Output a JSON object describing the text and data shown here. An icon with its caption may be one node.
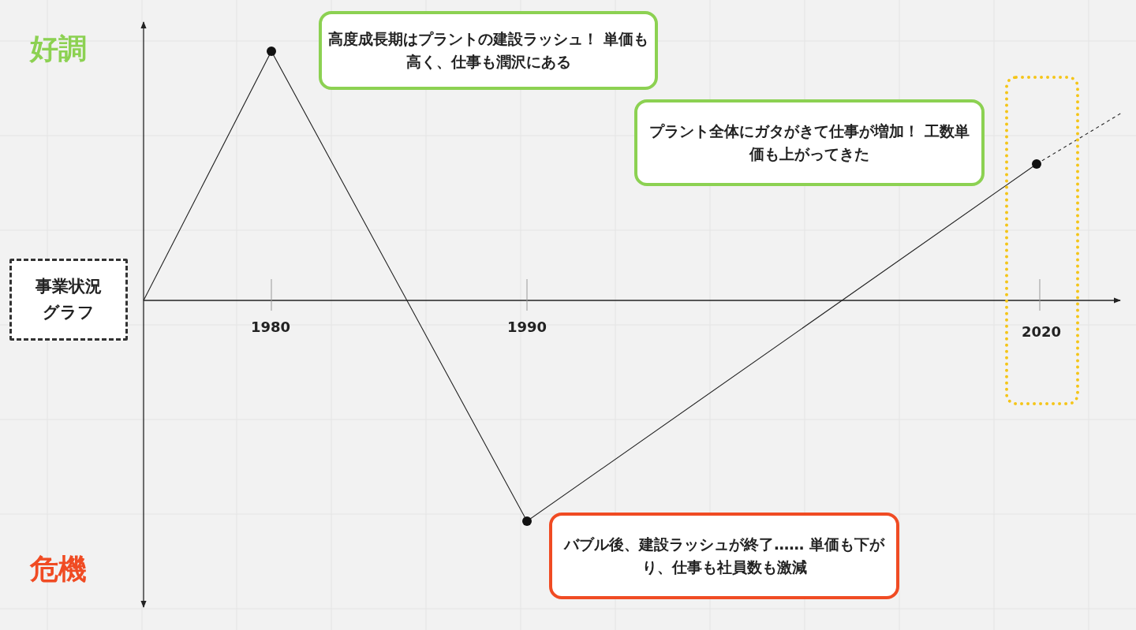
{
  "diagram": {
    "nodes": [
      {
        "text": [
          "事業状況グラフ"
        ]
      },
      {
        "text": [
          "高度成長期はプラントの建設ラッシュ！ 単価も高く、仕事も潤沢にある"
        ]
      },
      {
        "text": [
          "プラント全体にガタがきて仕事が増加！ 工数単価も上がってきた"
        ]
      },
      {
        "text": [
          "バブル後、建設ラッシュが終了…… 単価も下がり、仕事も社員数も激減"
        ]
      },
      {
        "text": [],
        "shape": "box"
      }
    ],
    "labels": [
      "好調",
      "危機",
      "1980",
      "1990",
      "2020"
    ]
  }
}
